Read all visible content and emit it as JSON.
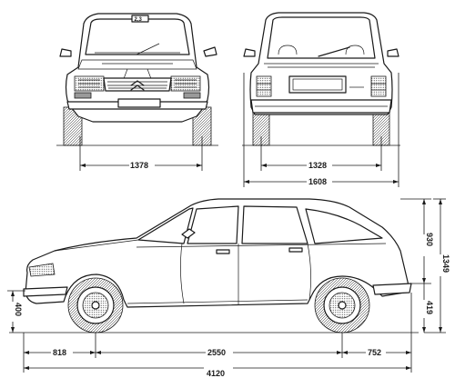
{
  "dimensions": {
    "front_track": "1378",
    "rear_track": "1328",
    "overall_width": "1608",
    "roof_height": "930",
    "overall_height": "1349",
    "body_height_to_sill": "419",
    "front_bumper_height": "400",
    "front_overhang": "818",
    "wheelbase": "2550",
    "rear_overhang": "752",
    "overall_length": "4120"
  },
  "front_plate": "2,3"
}
